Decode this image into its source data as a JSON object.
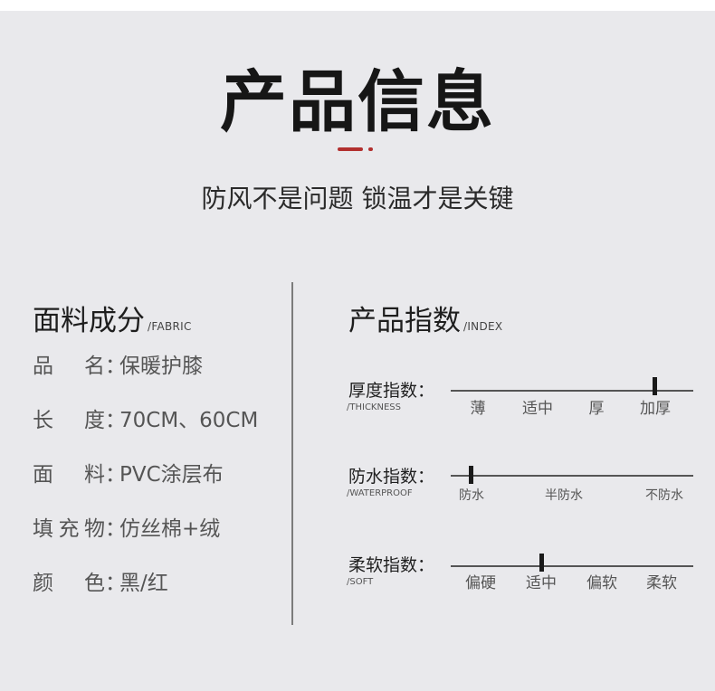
{
  "colors": {
    "accent": "#b2302f",
    "panel": "#e9e9ec"
  },
  "header": {
    "title": "产品信息",
    "subtitle": "防风不是问题 锁温才是关键"
  },
  "fabric": {
    "title": "面料成分",
    "title_en": "/FABRIC",
    "rows": [
      {
        "label": "品名",
        "colon": "：",
        "value": "保暖护膝"
      },
      {
        "label": "长度",
        "colon": "：",
        "value": "70CM、60CM"
      },
      {
        "label": "面料",
        "colon": "：",
        "value": "PVC涂层布"
      },
      {
        "label": "填充物",
        "colon": "：",
        "value": "仿丝棉+绒"
      },
      {
        "label": "颜色",
        "colon": "：",
        "value": "黑/红"
      }
    ]
  },
  "index": {
    "title": "产品指数",
    "title_en": "/INDEX",
    "items": [
      {
        "label": "厚度指数：",
        "label_en": "/THICKNESS",
        "levels": [
          "薄",
          "适中",
          "厚",
          "加厚"
        ],
        "selected": 3
      },
      {
        "label": "防水指数：",
        "label_en": "/WATERPROOF",
        "levels": [
          "防水",
          "半防水",
          "不防水"
        ],
        "selected": 0
      },
      {
        "label": "柔软指数：",
        "label_en": "/SOFT",
        "levels": [
          "偏硬",
          "适中",
          "偏软",
          "柔软"
        ],
        "selected": 1
      }
    ]
  }
}
